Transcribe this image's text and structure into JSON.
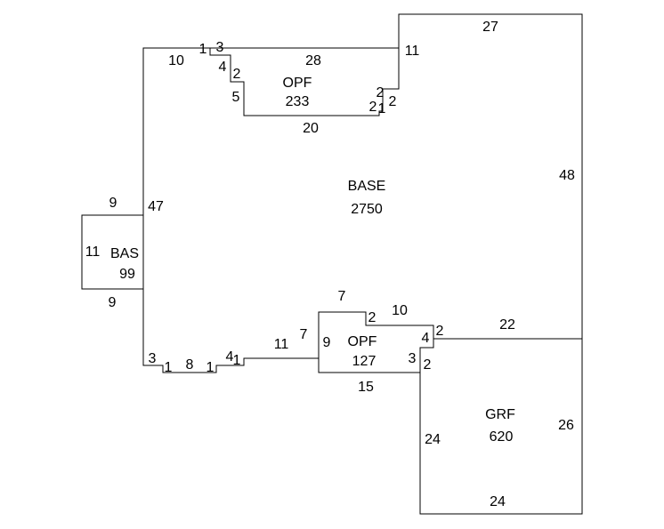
{
  "areas": [
    {
      "code": "BASE",
      "area": "2750"
    },
    {
      "code": "OPF",
      "area": "233"
    },
    {
      "code": "BAS",
      "area": "99"
    },
    {
      "code": "OPF",
      "area": "127"
    },
    {
      "code": "GRF",
      "area": "620"
    }
  ],
  "dimensions": {
    "base": [
      "10",
      "1",
      "3",
      "28",
      "11",
      "27",
      "48",
      "47",
      "3",
      "1",
      "8",
      "1",
      "4",
      "1",
      "11",
      "7",
      "20"
    ],
    "opf_top": [
      "4",
      "2",
      "5",
      "2",
      "2",
      "1",
      "2"
    ],
    "bas": [
      "9",
      "11",
      "9"
    ],
    "opf_bottom": [
      "7",
      "2",
      "10",
      "4",
      "2",
      "9",
      "3",
      "2",
      "15"
    ],
    "grf": [
      "22",
      "24",
      "26",
      "24"
    ]
  }
}
